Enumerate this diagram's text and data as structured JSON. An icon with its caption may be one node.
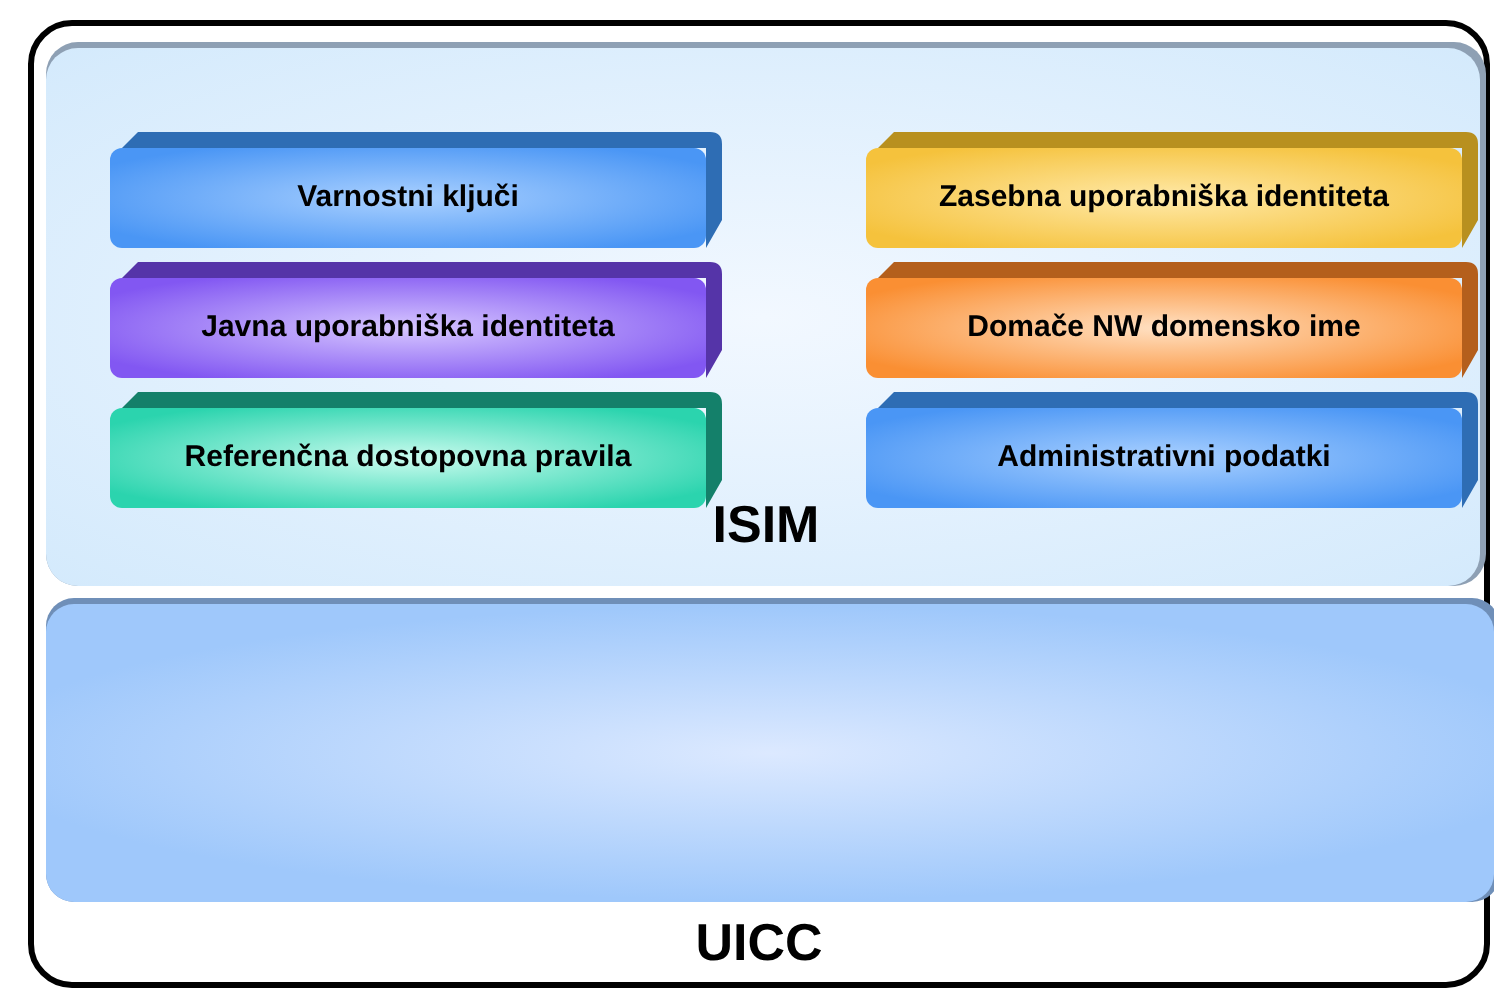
{
  "diagram": {
    "nodes": [
      {
        "text": [
          "UICC"
        ]
      },
      {
        "text": [
          "ISIM"
        ],
        "in": 0
      },
      {
        "text": [
          "Varnostni ključi"
        ],
        "in": 1
      },
      {
        "text": [
          "Zasebna uporabniška identiteta"
        ],
        "in": 1
      },
      {
        "text": [
          "Javna uporabniška identiteta"
        ],
        "in": 1
      },
      {
        "text": [
          "Domače NW domensko ime"
        ],
        "in": 1
      },
      {
        "text": [
          "Referenčna dostopovna pravila"
        ],
        "in": 1
      },
      {
        "text": [
          "Administrativni podatki"
        ],
        "in": 1
      },
      {
        "text": [],
        "shape": "box",
        "in": 0
      }
    ]
  }
}
